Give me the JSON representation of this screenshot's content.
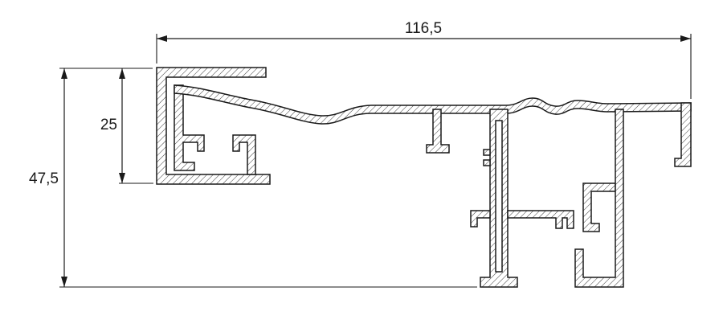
{
  "drawing": {
    "dimensions": {
      "overall_width": {
        "label": "116,5"
      },
      "inner_height": {
        "label": "25"
      },
      "overall_height": {
        "label": "47,5"
      }
    },
    "colors": {
      "line": "#1a1a1a",
      "hatch": "#3a3a3a",
      "background": "#ffffff"
    }
  }
}
